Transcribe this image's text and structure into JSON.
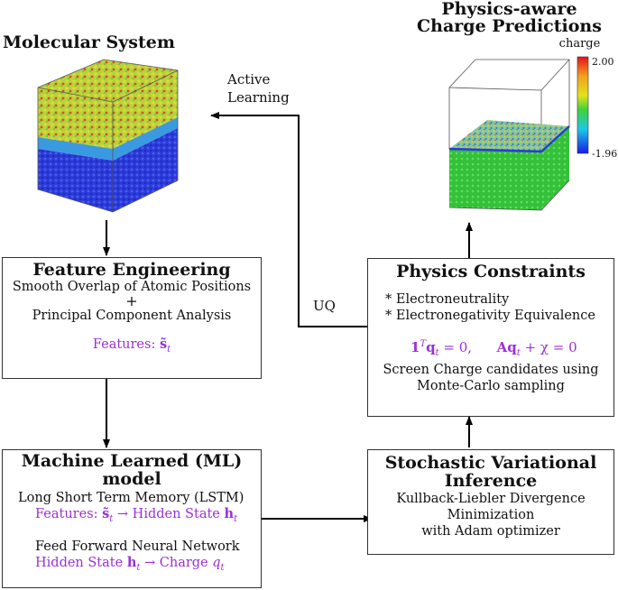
{
  "molecular_system": {
    "title": "Molecular System"
  },
  "physics_aware": {
    "title_line1": "Physics-aware",
    "title_line2": "Charge Predictions",
    "colorbar_label": "charge",
    "colorbar_max": "2.00",
    "colorbar_min": "-1.96"
  },
  "active_learning": {
    "line1": "Active",
    "line2": "Learning"
  },
  "uq_label": "UQ",
  "feature_engineering": {
    "title": "Feature Engineering",
    "line1": "Smooth Overlap of Atomic Positions",
    "plus": "+",
    "line2": "Principal Component Analysis",
    "features_label": "Features: ",
    "features_symbol": "s̃",
    "features_subscript": "t"
  },
  "ml_model": {
    "title_line1": "Machine Learned (ML)",
    "title_line2": "model",
    "lstm_line": "Long Short Term Memory (LSTM)",
    "lstm_features_label": "Features: ",
    "lstm_features_symbol": "s̃",
    "lstm_features_sub": "t",
    "lstm_arrow": " → Hidden State ",
    "lstm_hidden_symbol": "h",
    "lstm_hidden_sub": "t",
    "ffnn_line": "Feed Forward Neural Network",
    "ffnn_hidden_label": "Hidden State ",
    "ffnn_hidden_symbol": "h",
    "ffnn_hidden_sub": "t",
    "ffnn_arrow": " → Charge ",
    "ffnn_charge_symbol": "q",
    "ffnn_charge_sub": "t"
  },
  "physics_constraints": {
    "title": "Physics Constraints",
    "bullet1": "* Electroneutrality",
    "bullet2": "* Electronegativity Equivalence",
    "eq1_one": "1",
    "eq1_T": "T",
    "eq1_q": "q",
    "eq1_t": "t",
    "eq1_rest": " = 0,",
    "eq2_A": "A",
    "eq2_q": "q",
    "eq2_t": "t",
    "eq2_rest": " + χ = 0",
    "line1": "Screen Charge candidates using",
    "line2": "Monte-Carlo sampling"
  },
  "svi": {
    "title_line1": "Stochastic Variational",
    "title_line2": "Inference",
    "line1": "Kullback-Liebler Divergence",
    "line2": "Minimization",
    "line3": "with Adam optimizer"
  },
  "colors": {
    "purple": "#9b30d9",
    "border": "#333333",
    "arrow": "#000000"
  }
}
